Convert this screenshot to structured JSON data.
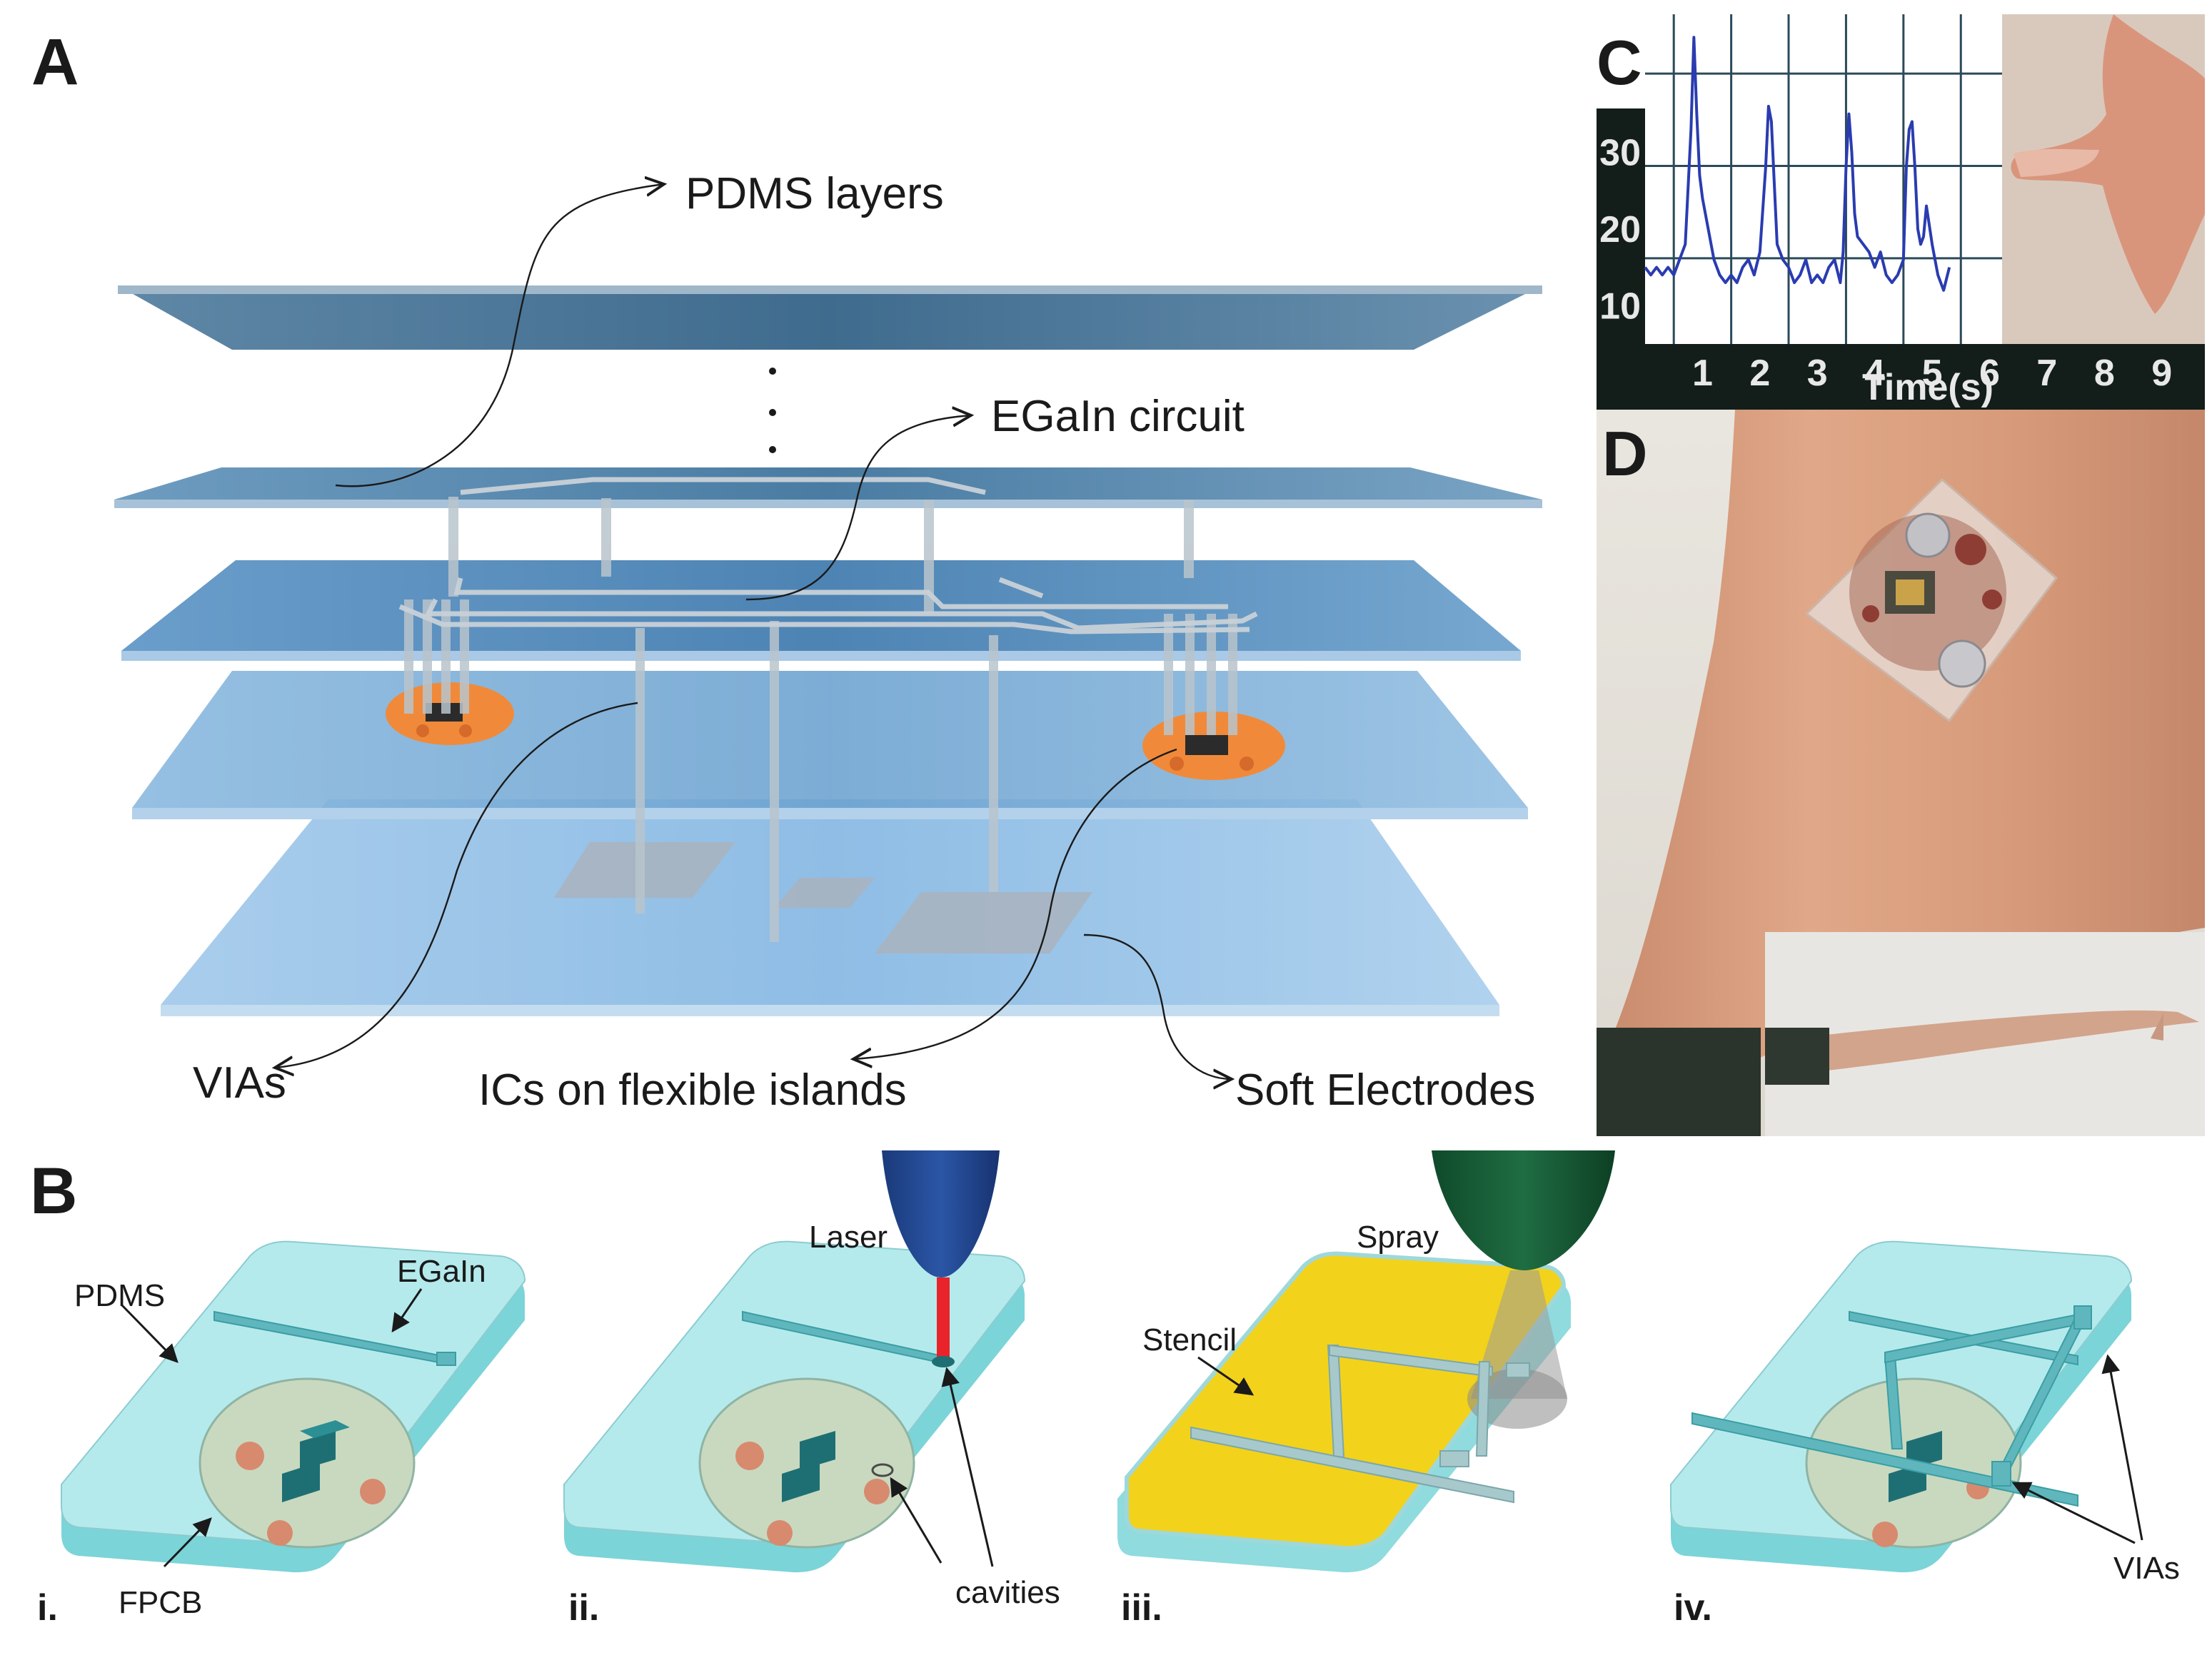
{
  "panels": {
    "a": "A",
    "b": "B",
    "c": "C",
    "d": "D"
  },
  "panel_a": {
    "labels": {
      "pdms_layers": "PDMS layers",
      "egain_circuit": "EGaIn circuit",
      "vias": "VIAs",
      "ics": "ICs on flexible islands",
      "electrodes": "Soft Electrodes"
    }
  },
  "panel_b": {
    "steps": [
      "i.",
      "ii.",
      "iii.",
      "iv."
    ],
    "labels": {
      "pdms": "PDMS",
      "egain": "EGaIn",
      "fpcb": "FPCB",
      "laser": "Laser",
      "cavities": "cavities",
      "spray": "Spray",
      "stencil": "Stencil",
      "vias": "VIAs"
    }
  },
  "chart_data": {
    "type": "line",
    "title": "",
    "xlabel": "Time(s)",
    "ylabel": "",
    "x_ticks": [
      "1",
      "2",
      "3",
      "4",
      "5",
      "6",
      "7",
      "8",
      "9"
    ],
    "y_ticks": [
      "10",
      "20",
      "30"
    ],
    "xlim": [
      0,
      9.75
    ],
    "ylim": [
      5,
      48
    ],
    "grid": true,
    "series": [
      {
        "x": [
          0.0,
          0.1,
          0.2,
          0.3,
          0.4,
          0.5,
          0.6,
          0.7,
          0.8,
          0.85,
          0.9,
          0.95,
          1.0,
          1.05,
          1.1,
          1.2,
          1.3,
          1.4,
          1.5,
          1.6,
          1.7,
          1.8,
          1.9,
          2.0,
          2.1,
          2.15,
          2.2,
          2.25,
          2.3,
          2.35,
          2.4,
          2.5,
          2.6,
          2.7,
          2.8,
          2.9,
          3.0,
          3.1,
          3.2,
          3.3,
          3.4,
          3.45,
          3.5,
          3.55,
          3.6,
          3.65,
          3.7,
          3.8,
          3.9,
          4.0,
          4.1,
          4.2,
          4.3,
          4.4,
          4.5,
          4.55,
          4.6,
          4.65,
          4.7,
          4.75,
          4.8,
          4.85,
          4.9,
          5.0,
          5.1,
          5.2,
          5.3
        ],
        "y": [
          15,
          14,
          15,
          14,
          15,
          14,
          16,
          18,
          33,
          45,
          35,
          27,
          24,
          22,
          20,
          16,
          14,
          13,
          14,
          13,
          15,
          16,
          14,
          17,
          28,
          36,
          34,
          26,
          18,
          17,
          16,
          15,
          13,
          14,
          16,
          13,
          14,
          13,
          15,
          16,
          13,
          17,
          28,
          35,
          30,
          22,
          19,
          18,
          17,
          15,
          17,
          14,
          13,
          14,
          16,
          28,
          33,
          34,
          28,
          20,
          18,
          19,
          23,
          18,
          14,
          12,
          15
        ]
      }
    ]
  }
}
